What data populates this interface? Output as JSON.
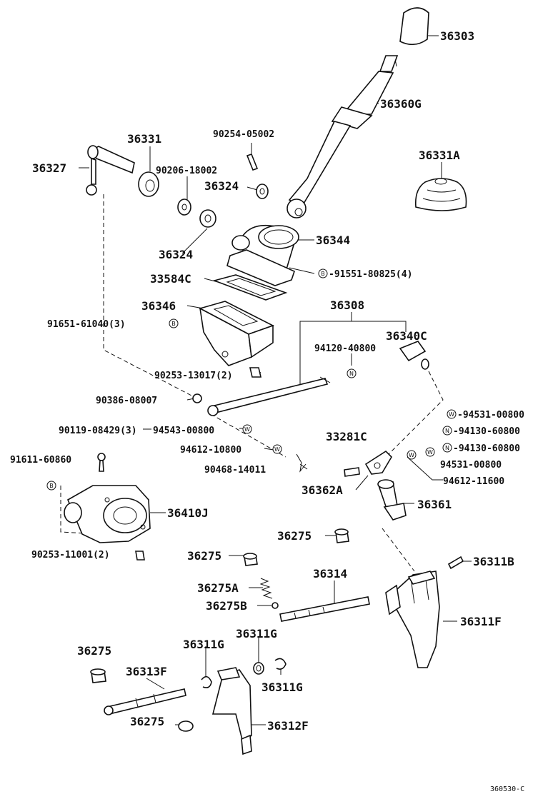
{
  "labels": {
    "p36303": "36303",
    "p36360G": "36360G",
    "p90254": "90254-05002",
    "p36331": "36331",
    "p36327": "36327",
    "p90206": "90206-18002",
    "p36324a": "36324",
    "p36331A": "36331A",
    "p36344": "36344",
    "p36324b": "36324",
    "p33584C": "33584C",
    "p91551": "-91551-80825(4)",
    "p36346": "36346",
    "p36308": "36308",
    "p91651": "91651-61040(3)",
    "p36340C": "36340C",
    "p94120": "94120-40800",
    "p90253a": "90253-13017(2)",
    "p90386": "90386-08007",
    "p94531a": "-94531-00800",
    "p90119": "90119-08429(3)",
    "p94543": "94543-00800",
    "p94130a": "-94130-60800",
    "p33281C": "33281C",
    "p94130b": "-94130-60800",
    "p91611": "91611-60860",
    "p94612a": "94612-10800",
    "p94531b": "94531-00800",
    "p90468": "90468-14011",
    "p94612b": "94612-11600",
    "p36362A": "36362A",
    "p36361": "36361",
    "p36410J": "36410J",
    "p36275a": "36275",
    "p90253b": "90253-11001(2)",
    "p36275b": "36275",
    "p36311B": "36311B",
    "p36314": "36314",
    "p36275A": "36275A",
    "p36275B": "36275B",
    "p36311F": "36311F",
    "p36311Ga": "36311G",
    "p36275c": "36275",
    "p36311Gb": "36311G",
    "p36313F": "36313F",
    "p36311Gc": "36311G",
    "p36275d": "36275",
    "p36312F": "36312F",
    "footer_code": "360530-C"
  },
  "symbols": {
    "bolt": "B",
    "nut": "N",
    "washer": "W"
  }
}
